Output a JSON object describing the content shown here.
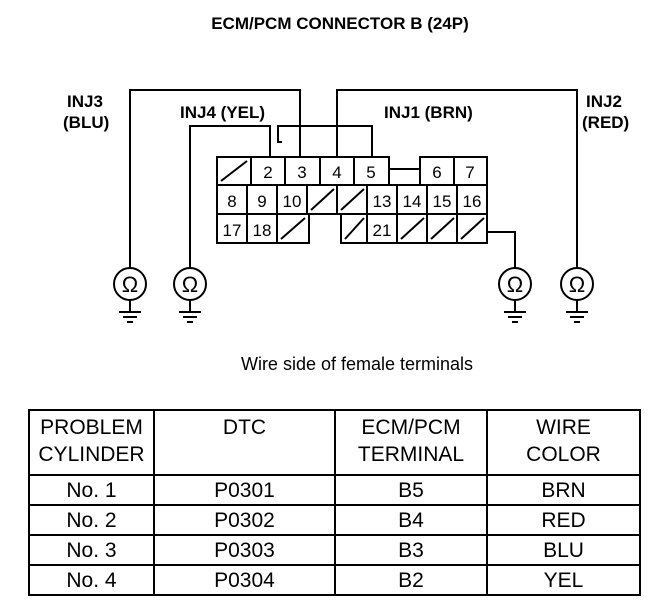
{
  "diagram": {
    "title": "ECM/PCM CONNECTOR B (24P)",
    "caption": "Wire side of female terminals",
    "wires": [
      {
        "id": "inj3",
        "label_line1": "INJ3",
        "label_line2": "(BLU)",
        "terminal": "3"
      },
      {
        "id": "inj4",
        "label_line1": "INJ4 (YEL)",
        "label_line2": "",
        "terminal": "2"
      },
      {
        "id": "inj1",
        "label_line1": "INJ1 (BRN)",
        "label_line2": "",
        "terminal": "5"
      },
      {
        "id": "inj2",
        "label_line1": "INJ2",
        "label_line2": "(RED)",
        "terminal": "4"
      }
    ],
    "ohm_symbol": "Ω",
    "connector_rows": [
      [
        "",
        "2",
        "3",
        "4",
        "5",
        "6",
        "7"
      ],
      [
        "8",
        "9",
        "10",
        "13",
        "14",
        "15",
        "16"
      ],
      [
        "17",
        "18",
        "21"
      ]
    ]
  },
  "table": {
    "headers": [
      [
        "PROBLEM",
        "CYLINDER"
      ],
      [
        "DTC",
        ""
      ],
      [
        "ECM/PCM",
        "TERMINAL"
      ],
      [
        "WIRE",
        "COLOR"
      ]
    ],
    "rows": [
      [
        "No. 1",
        "P0301",
        "B5",
        "BRN"
      ],
      [
        "No. 2",
        "P0302",
        "B4",
        "RED"
      ],
      [
        "No. 3",
        "P0303",
        "B3",
        "BLU"
      ],
      [
        "No. 4",
        "P0304",
        "B2",
        "YEL"
      ]
    ]
  }
}
